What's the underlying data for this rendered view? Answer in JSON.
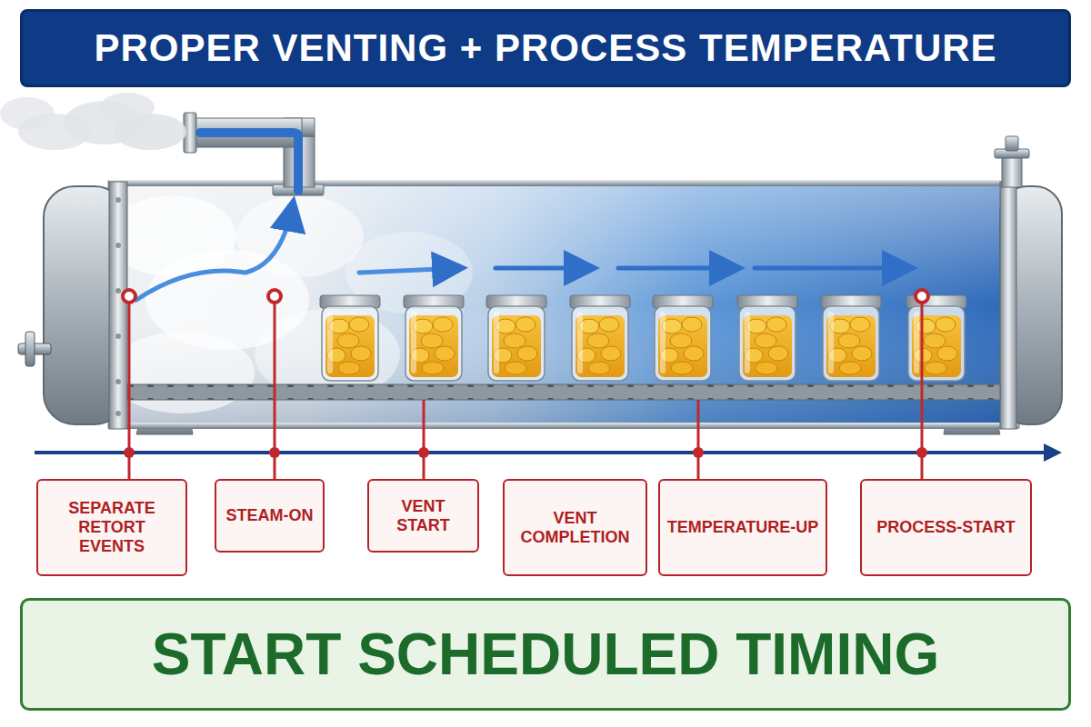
{
  "diagram": {
    "title": "PROPER VENTING + PROCESS TEMPERATURE",
    "nodes": [
      {
        "text": [
          "SEPARATE RETORT EVENTS"
        ]
      },
      {
        "text": [
          "STEAM-ON"
        ]
      },
      {
        "text": [
          "VENT START"
        ]
      },
      {
        "text": [
          "VENT COMPLETION"
        ]
      },
      {
        "text": [
          "TEMPERATURE-UP"
        ]
      },
      {
        "text": [
          "PROCESS-START"
        ]
      },
      {
        "text": [
          "START SCHEDULED TIMING"
        ]
      }
    ]
  }
}
